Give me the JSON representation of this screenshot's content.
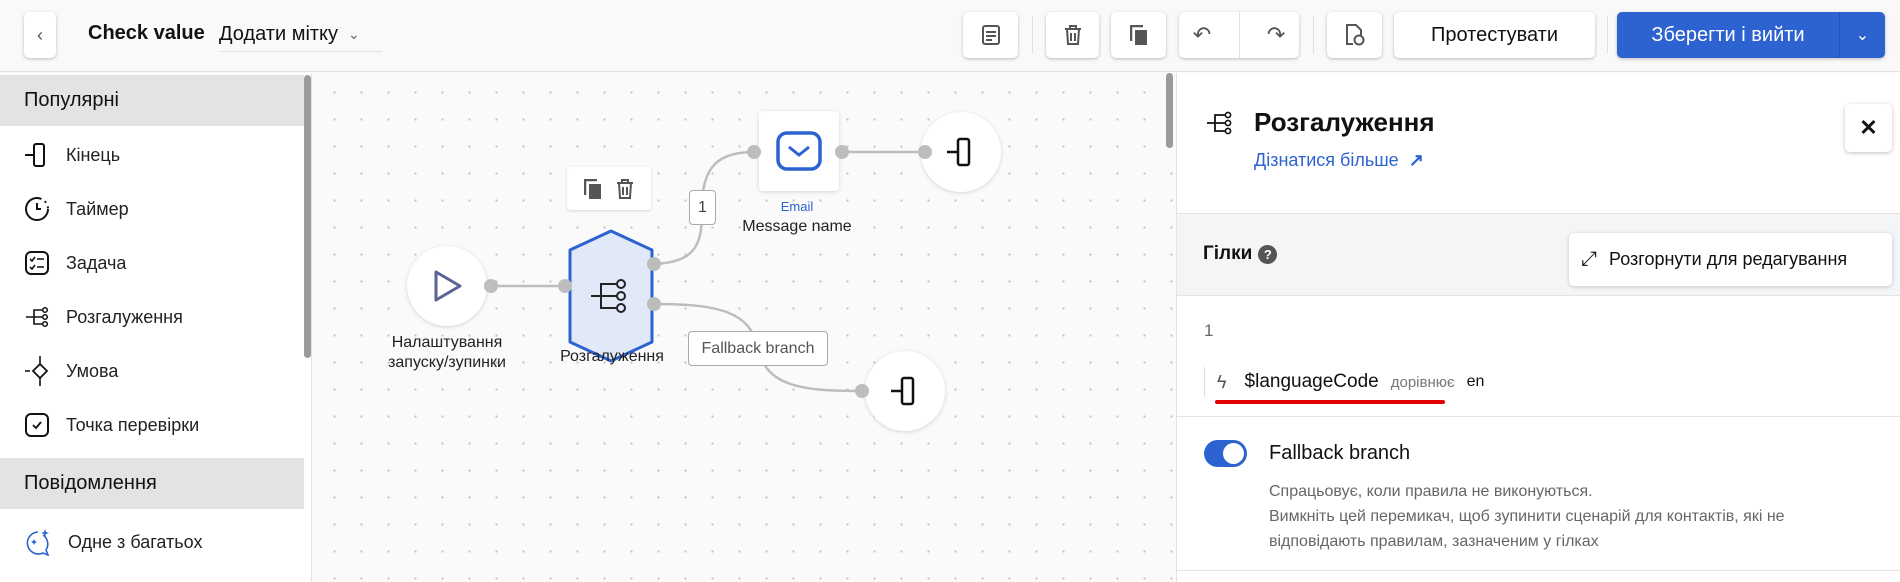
{
  "header": {
    "title": "Check value",
    "tag_dropdown": "Додати мітку",
    "test_button": "Протестувати",
    "save_button": "Зберегти і вийти"
  },
  "sidebar": {
    "sections": [
      {
        "title": "Популярні",
        "items": [
          {
            "label": "Кінець",
            "icon": "end-icon"
          },
          {
            "label": "Таймер",
            "icon": "timer-icon"
          },
          {
            "label": "Задача",
            "icon": "task-icon"
          },
          {
            "label": "Розгалуження",
            "icon": "branch-icon"
          },
          {
            "label": "Умова",
            "icon": "condition-icon"
          },
          {
            "label": "Точка перевірки",
            "icon": "checkpoint-icon"
          }
        ]
      },
      {
        "title": "Повідомлення",
        "items": [
          {
            "label": "Одне з багатьох",
            "icon": "sparkle-chat-icon"
          }
        ]
      }
    ]
  },
  "canvas": {
    "start_label_1": "Налаштування",
    "start_label_2": "запуску/зупинки",
    "branch_label": "Розгалуження",
    "branch1_label": "1",
    "fallback_label": "Fallback branch",
    "email_type": "Email",
    "email_name": "Message name"
  },
  "panel": {
    "title": "Розгалуження",
    "learn_more": "Дізнатися більше",
    "branches_title": "Гілки",
    "expand_button": "Розгорнути для редагування",
    "branch_number": "1",
    "condition": {
      "variable": "$languageCode",
      "operator": "дорівнює",
      "value": "en"
    },
    "fallback": {
      "enabled": true,
      "title": "Fallback branch",
      "desc_1": "Спрацьовує, коли правила не виконуються.",
      "desc_2": "Вимкніть цей перемикач, щоб зупинити сценарій для контактів, які не",
      "desc_3": "відповідають правилам, зазначеним у гілках"
    }
  },
  "colors": {
    "accent": "#2d63d1",
    "branch_fill": "#e1e8f8",
    "highlight": "#e00000"
  }
}
